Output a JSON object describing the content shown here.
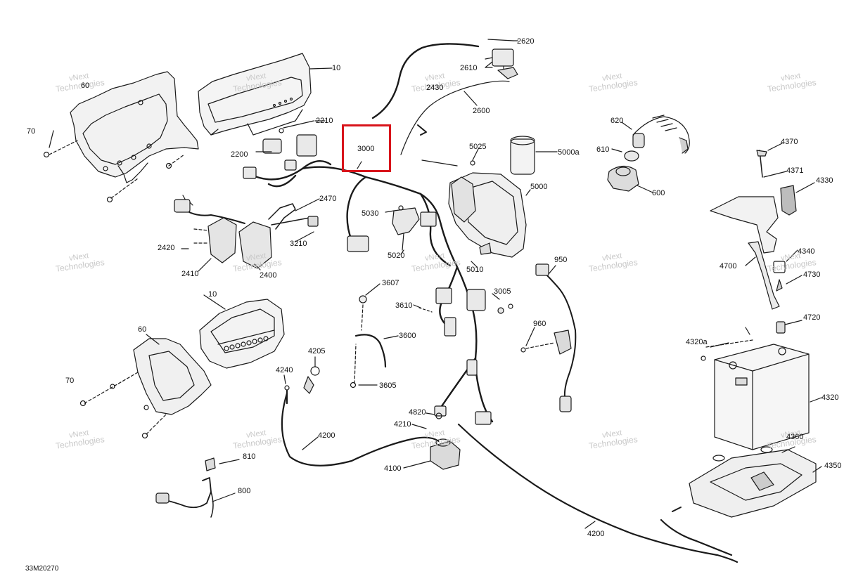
{
  "diagram": {
    "highlight_color": "#d8141b",
    "reference_code": "33M20270",
    "watermark": {
      "line1": "vNext",
      "line2": "Technologies"
    },
    "callouts": {
      "c10a": "10",
      "c60a": "60",
      "c70a": "70",
      "c2210": "2210",
      "c2200": "2200",
      "c2620": "2620",
      "c2610": "2610",
      "c2430": "2430",
      "c2600": "2600",
      "c3000": "3000",
      "c5025": "5025",
      "c5000a": "5000a",
      "c620": "620",
      "c610": "610",
      "c600": "600",
      "c4370": "4370",
      "c4371": "4371",
      "c4330": "4330",
      "c2470": "2470",
      "c5030": "5030",
      "c5000": "5000",
      "c2420": "2420",
      "c3210": "3210",
      "c5020": "5020",
      "c2410": "2410",
      "c2400": "2400",
      "c5010": "5010",
      "c950": "950",
      "c4700": "4700",
      "c4340": "4340",
      "c4730": "4730",
      "c10b": "10",
      "c3607": "3607",
      "c3610": "3610",
      "c3005": "3005",
      "c4720": "4720",
      "c60b": "60",
      "c960": "960",
      "c3600": "3600",
      "c4320a": "4320a",
      "c4205": "4205",
      "c4240": "4240",
      "c70b": "70",
      "c3605": "3605",
      "c4320": "4320",
      "c4820": "4820",
      "c4210": "4210",
      "c4200a": "4200",
      "c4360": "4360",
      "c4350": "4350",
      "c810": "810",
      "c4100": "4100",
      "c800": "800",
      "c4200b": "4200"
    }
  }
}
